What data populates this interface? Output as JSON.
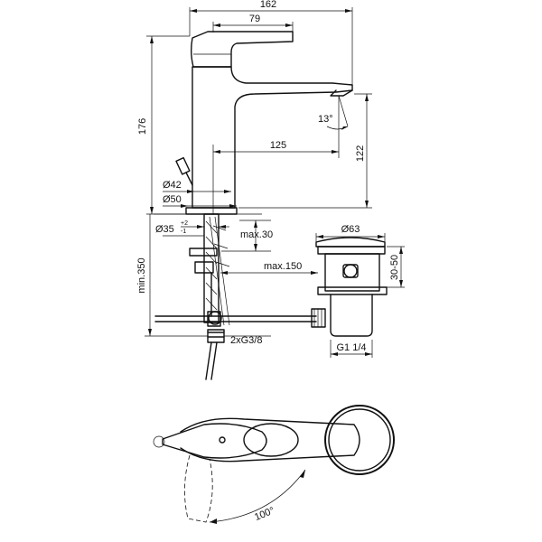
{
  "dimensions": {
    "width_total": "162",
    "spout_width": "79",
    "height_total": "176",
    "spout_reach": "125",
    "spout_height": "122",
    "angle_tilt": "13°",
    "base_d42": "Ø42",
    "base_d50": "Ø50",
    "hole_d35": "Ø35",
    "hole_tol_plus": "+2",
    "hole_tol_minus": "-1",
    "max_thickness": "max.30",
    "max_distance": "max.150",
    "min_hose": "min.350",
    "connection": "2xG3/8",
    "waste_d63": "Ø63",
    "waste_range": "30-50",
    "waste_thread": "G1 1/4",
    "handle_rotation": "100°"
  }
}
